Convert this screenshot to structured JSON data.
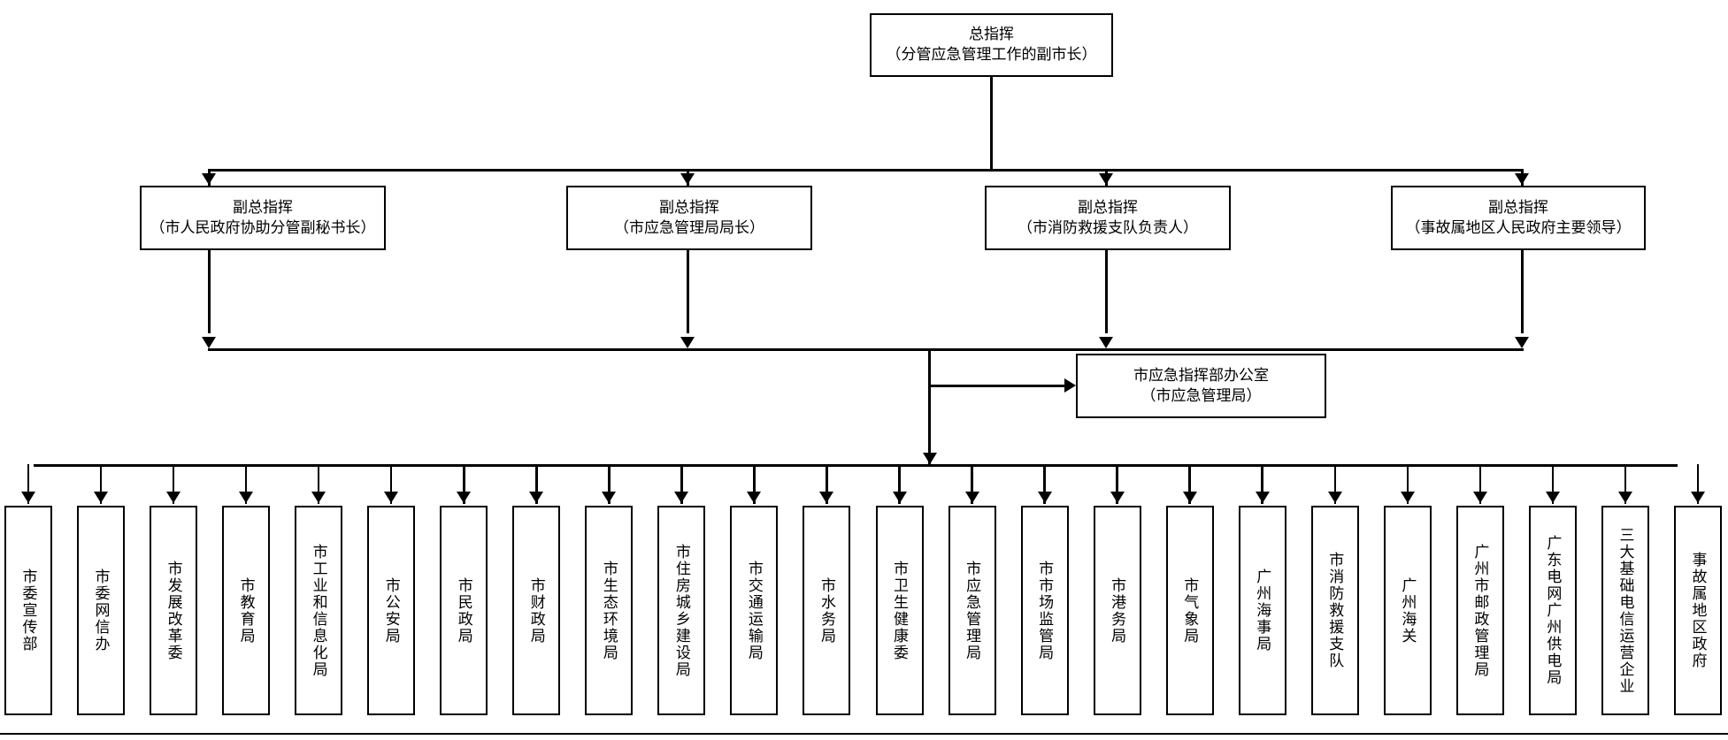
{
  "diagram": {
    "type": "organization-chart",
    "orientation": "top-down",
    "background_color": "#ffffff",
    "line_color": "#000000",
    "box_fill": "#ffffff"
  },
  "commander": {
    "title": "总指挥",
    "subtitle": "（分管应急管理工作的副市长）"
  },
  "deputies": [
    {
      "title": "副总指挥",
      "subtitle": "（市人民政府协助分管副秘书长）"
    },
    {
      "title": "副总指挥",
      "subtitle": "（市应急管理局局长）"
    },
    {
      "title": "副总指挥",
      "subtitle": "（市消防救援支队负责人）"
    },
    {
      "title": "副总指挥",
      "subtitle": "（事故属地区人民政府主要领导）"
    }
  ],
  "office": {
    "title": "市应急指挥部办公室",
    "subtitle": "（市应急管理局）"
  },
  "members": [
    {
      "label": "市委宣传部"
    },
    {
      "label": "市委网信办"
    },
    {
      "label": "市发展改革委"
    },
    {
      "label": "市教育局"
    },
    {
      "label": "市工业和信息化局"
    },
    {
      "label": "市公安局"
    },
    {
      "label": "市民政局"
    },
    {
      "label": "市财政局"
    },
    {
      "label": "市生态环境局"
    },
    {
      "label": "市住房城乡建设局"
    },
    {
      "label": "市交通运输局"
    },
    {
      "label": "市水务局"
    },
    {
      "label": "市卫生健康委"
    },
    {
      "label": "市应急管理局"
    },
    {
      "label": "市市场监管局"
    },
    {
      "label": "市港务局"
    },
    {
      "label": "市气象局"
    },
    {
      "label": "广州海事局"
    },
    {
      "label": "市消防救援支队"
    },
    {
      "label": "广州海关"
    },
    {
      "label": "广州市邮政管理局"
    },
    {
      "label": "广东电网广州供电局"
    },
    {
      "label": "三大基础电信运营企业"
    },
    {
      "label": "事故属地区政府"
    }
  ]
}
